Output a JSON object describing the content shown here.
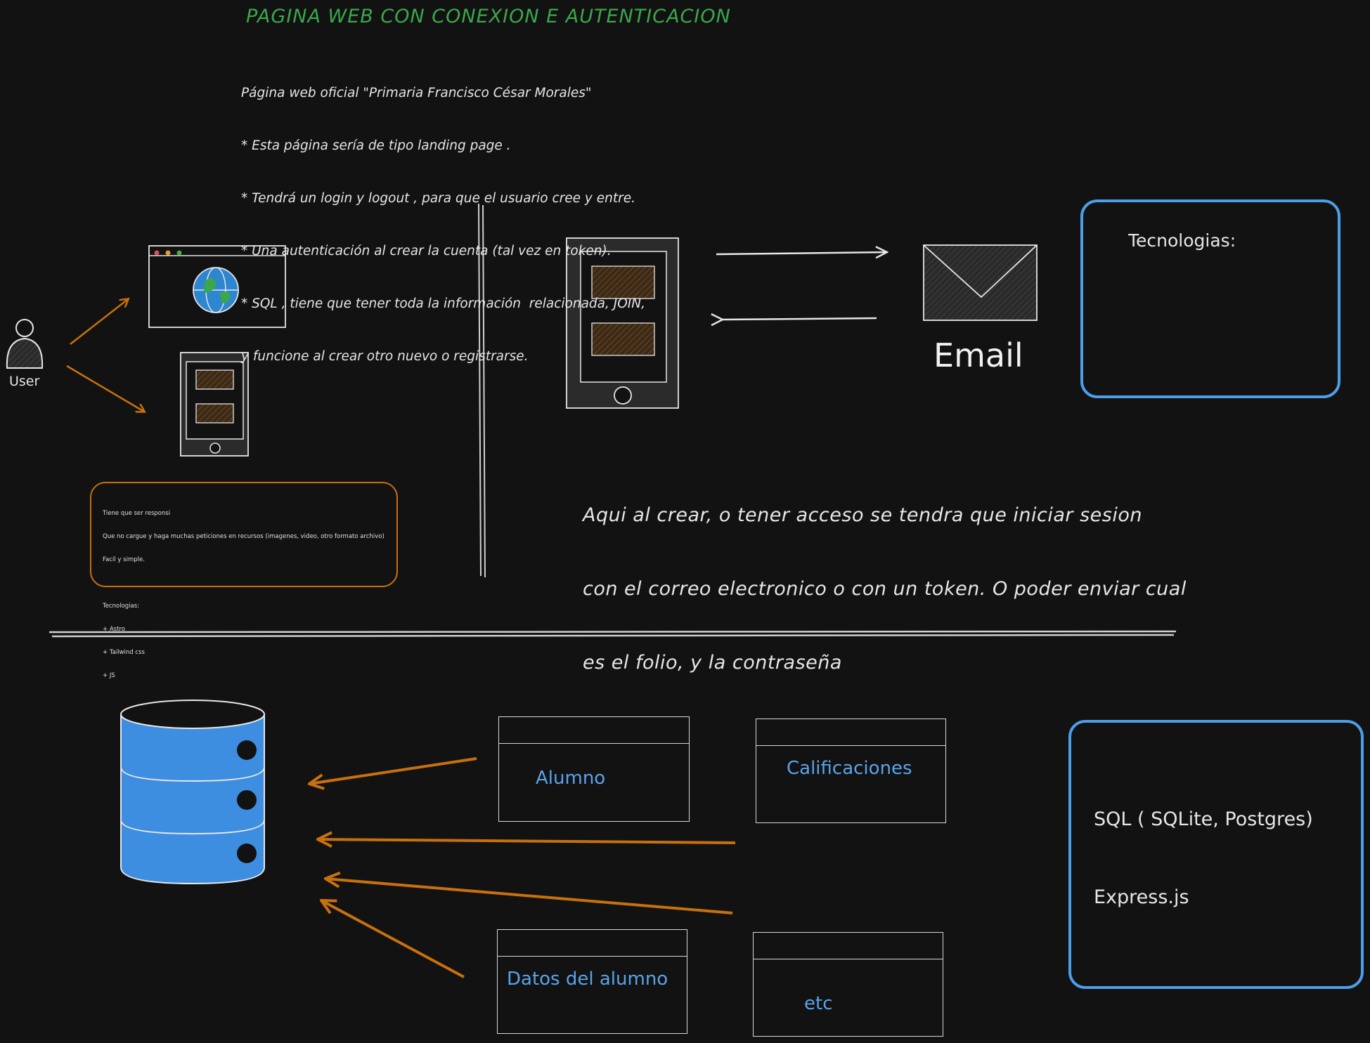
{
  "title": "PAGINA WEB CON CONEXION E AUTENTICACION",
  "description": [
    "Página web oficial \"Primaria Francisco César Morales\"",
    "* Esta página sería de tipo landing page .",
    "* Tendrá un login y logout , para que el usuario cree y entre.",
    "* Una autenticación al crear la cuenta (tal vez en token).",
    "* SQL , tiene que tener toda la información  relacionada, JOIN,",
    "y funcione al crear otro nuevo o registrarse."
  ],
  "user_label": "User",
  "requirements_note": [
    "Tiene que ser responsi",
    "Que no cargue y haga muchas peticiones en recursos (imagenes, video, otro formato archivo)",
    "Facil y simple.",
    "",
    "Tecnologias:",
    "+ Astro",
    "+ Tailwind css",
    "+ JS"
  ],
  "email_label": "Email",
  "tech_label": "Tecnologias:",
  "access_text": [
    "Aqui al crear, o tener acceso se tendra que iniciar sesion",
    "con el correo electronico o con un token. O poder enviar cual",
    "es el folio, y la contraseña"
  ],
  "tables": {
    "alumno": "Alumno",
    "calificaciones": "Calificaciones",
    "datos_alumno": "Datos del alumno",
    "etc": "etc"
  },
  "backend_stack": [
    "SQL ( SQLite, Postgres)",
    "Express.js"
  ],
  "colors": {
    "background": "#121212",
    "title_green": "#3aa84a",
    "accent_orange": "#c8700e",
    "accent_blue": "#4c9ee8",
    "table_text_blue": "#5aa3ea",
    "database_blue": "#3d8ee0"
  }
}
